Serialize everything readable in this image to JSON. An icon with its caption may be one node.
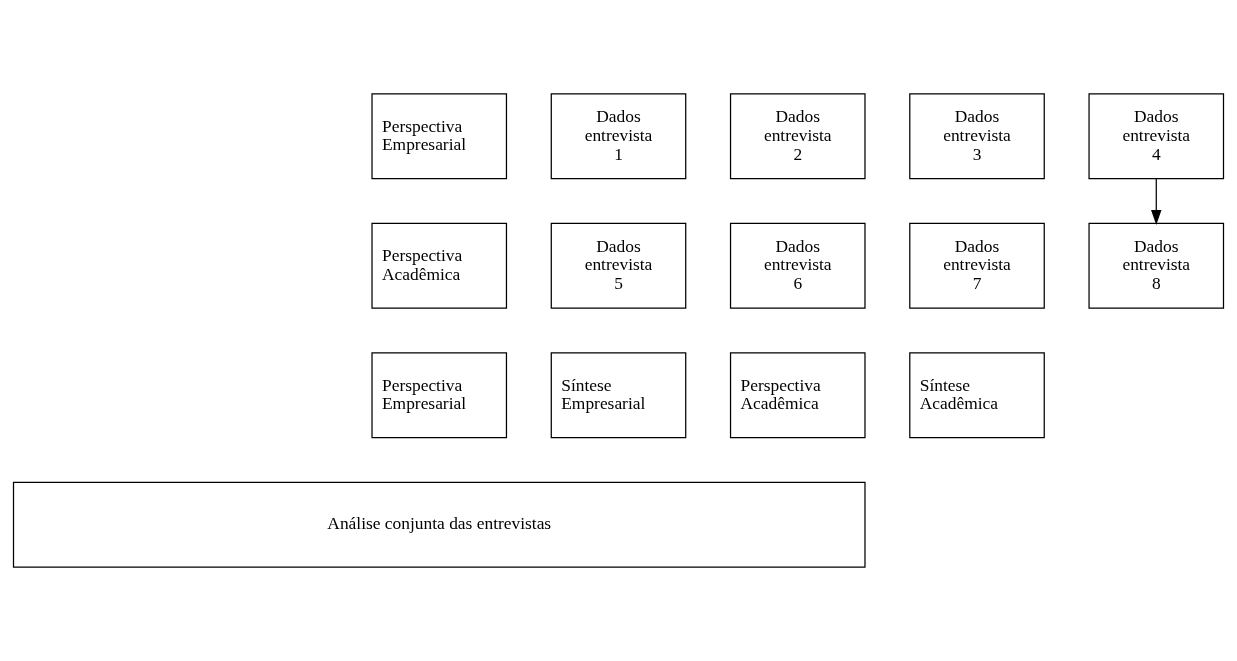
{
  "diagram": {
    "nodes": [
      {
        "text": [
          "Perspectiva Empresarial"
        ]
      },
      {
        "text": [
          "Dados entrevista 1"
        ]
      },
      {
        "text": [
          "Dados entrevista 2"
        ]
      },
      {
        "text": [
          "Dados entrevista 3"
        ]
      },
      {
        "text": [
          "Dados entrevista 4"
        ]
      },
      {
        "text": [
          "Perspectiva Acadêmica"
        ]
      },
      {
        "text": [
          "Dados entrevista 5"
        ]
      },
      {
        "text": [
          "Dados entrevista 6"
        ]
      },
      {
        "text": [
          "Dados entrevista 7"
        ]
      },
      {
        "text": [
          "Dados entrevista 8"
        ]
      },
      {
        "text": [
          "Perspectiva Empresarial"
        ]
      },
      {
        "text": [
          "Síntese Empresarial"
        ]
      },
      {
        "text": [
          "Perspectiva Acadêmica"
        ]
      },
      {
        "text": [
          "Síntese Acadêmica"
        ]
      },
      {
        "text": [
          "Análise conjunta das entrevistas"
        ]
      }
    ],
    "edges": [
      {
        "from": 4,
        "to": 9,
        "arrow": "to"
      }
    ]
  }
}
